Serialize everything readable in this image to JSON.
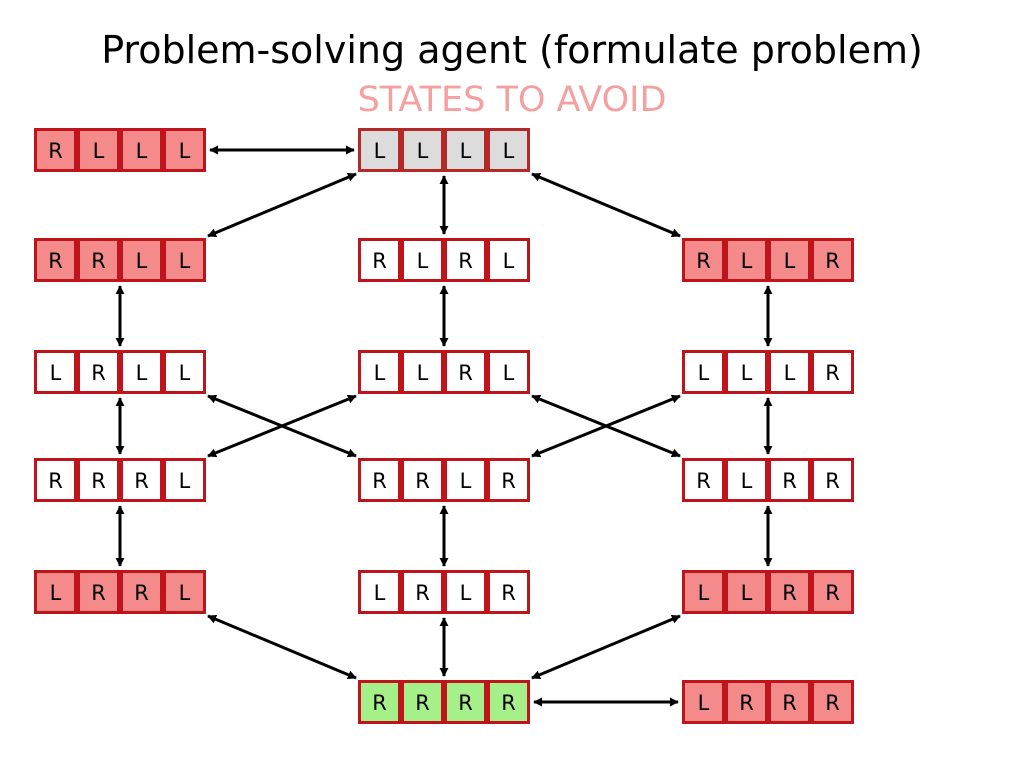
{
  "title": "Problem-solving agent (formulate problem)",
  "subtitle": "STATES TO AVOID",
  "colors": {
    "title": "#000000",
    "subtitle": "#f4a0a0",
    "border": "#c0141c",
    "start_border": "#b42828",
    "avoid_fill": "#f48a8a",
    "start_fill": "#dcdcdc",
    "goal_fill": "#a6f08a",
    "normal_fill": "#ffffff",
    "arrow": "#000000"
  },
  "states": [
    {
      "id": "s_rlll",
      "cells": [
        "R",
        "L",
        "L",
        "L"
      ],
      "kind": "avoid"
    },
    {
      "id": "s_llll",
      "cells": [
        "L",
        "L",
        "L",
        "L"
      ],
      "kind": "start"
    },
    {
      "id": "s_rrll",
      "cells": [
        "R",
        "R",
        "L",
        "L"
      ],
      "kind": "avoid"
    },
    {
      "id": "s_rlrl",
      "cells": [
        "R",
        "L",
        "R",
        "L"
      ],
      "kind": "normal"
    },
    {
      "id": "s_rllr",
      "cells": [
        "R",
        "L",
        "L",
        "R"
      ],
      "kind": "avoid"
    },
    {
      "id": "s_lrll",
      "cells": [
        "L",
        "R",
        "L",
        "L"
      ],
      "kind": "normal"
    },
    {
      "id": "s_llrl",
      "cells": [
        "L",
        "L",
        "R",
        "L"
      ],
      "kind": "normal"
    },
    {
      "id": "s_lllr",
      "cells": [
        "L",
        "L",
        "L",
        "R"
      ],
      "kind": "normal"
    },
    {
      "id": "s_rrrl",
      "cells": [
        "R",
        "R",
        "R",
        "L"
      ],
      "kind": "normal"
    },
    {
      "id": "s_rrlr",
      "cells": [
        "R",
        "R",
        "L",
        "R"
      ],
      "kind": "normal"
    },
    {
      "id": "s_rlrr",
      "cells": [
        "R",
        "L",
        "R",
        "R"
      ],
      "kind": "normal"
    },
    {
      "id": "s_lrrl",
      "cells": [
        "L",
        "R",
        "R",
        "L"
      ],
      "kind": "avoid"
    },
    {
      "id": "s_lrlr",
      "cells": [
        "L",
        "R",
        "L",
        "R"
      ],
      "kind": "normal"
    },
    {
      "id": "s_llrr",
      "cells": [
        "L",
        "L",
        "R",
        "R"
      ],
      "kind": "avoid"
    },
    {
      "id": "s_rrrr",
      "cells": [
        "R",
        "R",
        "R",
        "R"
      ],
      "kind": "goal"
    },
    {
      "id": "s_lrrr",
      "cells": [
        "L",
        "R",
        "R",
        "R"
      ],
      "kind": "avoid"
    }
  ],
  "edges": [
    [
      "s_rlll",
      "s_llll"
    ],
    [
      "s_rrll",
      "s_llll"
    ],
    [
      "s_llll",
      "s_rlrl"
    ],
    [
      "s_llll",
      "s_rllr"
    ],
    [
      "s_rrll",
      "s_lrll"
    ],
    [
      "s_rlrl",
      "s_llrl"
    ],
    [
      "s_rllr",
      "s_lllr"
    ],
    [
      "s_lrll",
      "s_rrrl"
    ],
    [
      "s_lrll",
      "s_rrlr"
    ],
    [
      "s_llrl",
      "s_rrrl"
    ],
    [
      "s_llrl",
      "s_rlrr"
    ],
    [
      "s_lllr",
      "s_rrlr"
    ],
    [
      "s_lllr",
      "s_rlrr"
    ],
    [
      "s_rrrl",
      "s_lrrl"
    ],
    [
      "s_rrlr",
      "s_lrlr"
    ],
    [
      "s_rlrr",
      "s_llrr"
    ],
    [
      "s_lrrl",
      "s_rrrr"
    ],
    [
      "s_lrlr",
      "s_rrrr"
    ],
    [
      "s_llrr",
      "s_rrrr"
    ],
    [
      "s_rrrr",
      "s_lrrr"
    ]
  ]
}
